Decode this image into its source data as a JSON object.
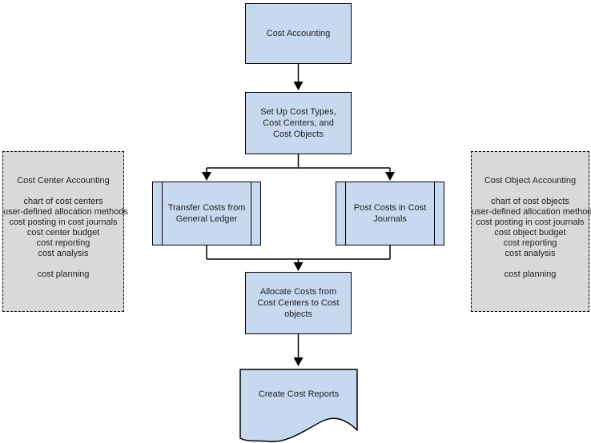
{
  "flow": {
    "cost_accounting": "Cost Accounting",
    "setup": "Set Up Cost Types, Cost Centers, and Cost Objects",
    "transfer_costs": "Transfer Costs from General Ledger",
    "post_costs": "Post Costs in Cost Journals",
    "allocate": "Allocate Costs from Cost Centers to Cost objects",
    "create_reports": "Create Cost Reports"
  },
  "panels": {
    "left": {
      "title": "Cost Center Accounting",
      "items": [
        "chart of cost centers",
        "user-defined allocation methods",
        "cost posting in cost journals",
        "cost center budget",
        "cost reporting",
        "cost analysis"
      ],
      "last_item": "cost planning"
    },
    "right": {
      "title": "Cost Object Accounting",
      "items": [
        "chart of cost objects",
        "user-defined allocation methods",
        "cost posting in cost journals",
        "cost object budget",
        "cost reporting",
        "cost analysis"
      ],
      "last_item": "cost planning"
    }
  },
  "colors": {
    "node_fill": "#c6d9f1",
    "node_border": "#000000",
    "panel_fill": "#d9d9d9",
    "panel_border": "#000000",
    "connector": "#000000",
    "background": "#ffffff"
  }
}
